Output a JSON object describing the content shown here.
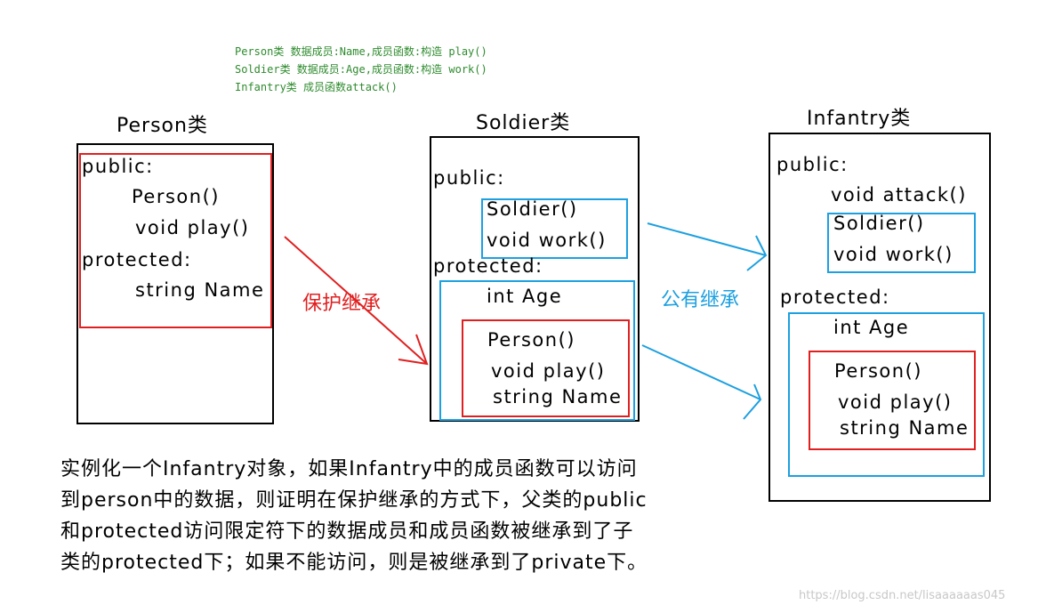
{
  "notes": [
    "Person类 数据成员:Name,成员函数:构造 play()",
    "Soldier类 数据成员:Age,成员函数:构造 work()",
    "Infantry类 成员函数attack()"
  ],
  "person": {
    "title": "Person类",
    "public": "public:",
    "ctor": "Person()",
    "play": "void play()",
    "protected": "protected:",
    "name": "string Name"
  },
  "soldier": {
    "title": "Soldier类",
    "public": "public:",
    "ctor": "Soldier()",
    "work": "void work()",
    "protected": "protected:",
    "age": "int Age",
    "inherited_ctor": "Person()",
    "inherited_play": "void play()",
    "inherited_name": "string Name"
  },
  "infantry": {
    "title": "Infantry类",
    "public": "public:",
    "attack": "void attack()",
    "ctor": "Soldier()",
    "work": "void work()",
    "protected": "protected:",
    "age": "int Age",
    "inherited_ctor": "Person()",
    "inherited_play": "void play()",
    "inherited_name": "string Name"
  },
  "arrows": {
    "protected_inheritance": "保护继承",
    "public_inheritance": "公有继承"
  },
  "paragraph": [
    "实例化一个Infantry对象，如果Infantry中的成员函数可以访问",
    "到person中的数据，则证明在保护继承的方式下，父类的public",
    "和protected访问限定符下的数据成员和成员函数被继承到了子",
    "类的protected下；如果不能访问，则是被继承到了private下。"
  ],
  "watermark": "https://blog.csdn.net/lisaaaaaas045",
  "colors": {
    "red": "#e02020",
    "blue": "#1da0e0",
    "note_green": "#2e8b2e"
  }
}
